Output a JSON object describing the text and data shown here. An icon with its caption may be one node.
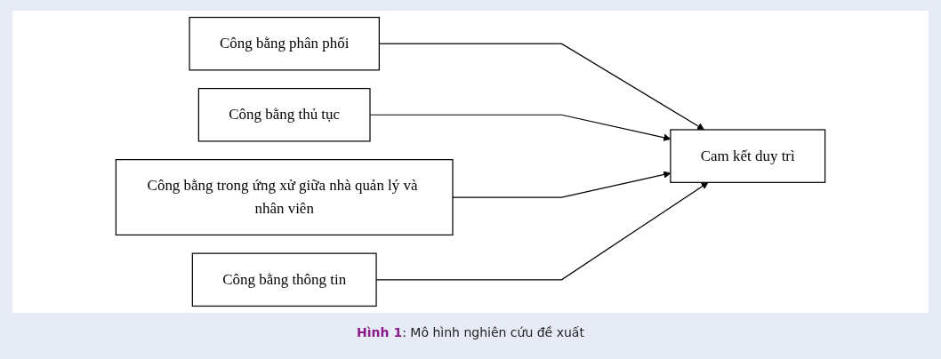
{
  "diagram": {
    "caption": "**Hình 1**: Mô hình nghiên cứu đề xuất",
    "nodes": [
      {
        "text": [
          "Công bằng phân phối"
        ]
      },
      {
        "text": [
          "Công bằng thủ tục"
        ]
      },
      {
        "text": [
          "Công bằng trong ứng xử giữa nhà quản lý và nhân viên"
        ]
      },
      {
        "text": [
          "Công bằng thông tin"
        ]
      },
      {
        "text": [
          "Cam kết duy trì"
        ]
      }
    ],
    "edges": [
      {
        "from": 0,
        "to": 4,
        "arrow": "to"
      },
      {
        "from": 1,
        "to": 4,
        "arrow": "to"
      },
      {
        "from": 2,
        "to": 4,
        "arrow": "to"
      },
      {
        "from": 3,
        "to": 4,
        "arrow": "to"
      }
    ]
  }
}
